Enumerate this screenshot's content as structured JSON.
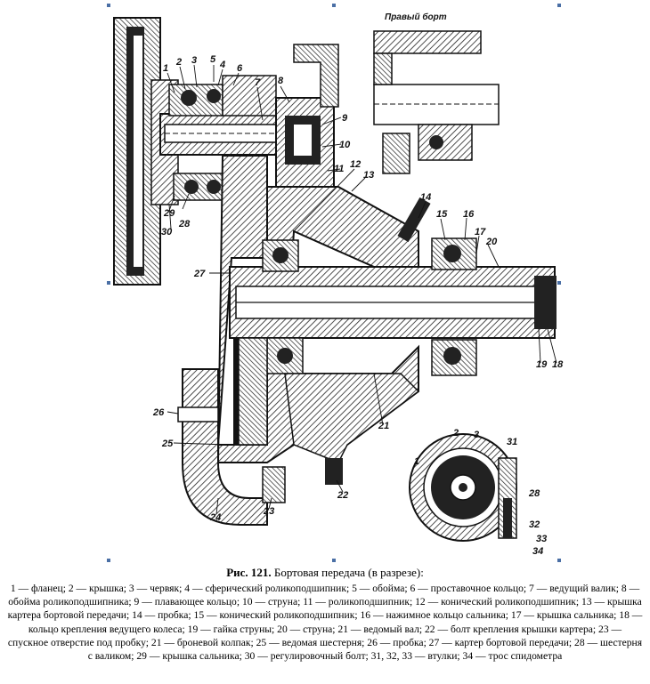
{
  "inset_title": "Правый борт",
  "part_numbers": [
    "1",
    "2",
    "3",
    "4",
    "5",
    "6",
    "7",
    "8",
    "9",
    "10",
    "11",
    "12",
    "13",
    "14",
    "15",
    "16",
    "17",
    "18",
    "19",
    "20",
    "21",
    "22",
    "23",
    "24",
    "25",
    "26",
    "27",
    "28",
    "29",
    "30",
    "31",
    "32",
    "33",
    "34"
  ],
  "caption": {
    "label": "Рис. 121.",
    "title": "Бортовая передача (в разрезе):"
  },
  "legend": "1 — фланец; 2 — крышка; 3 — червяк; 4 — сферический роликоподшипник; 5 — обойма; 6 — проставочное кольцо; 7 — ведущий валик; 8 — обойма роликоподшипника; 9 — плавающее кольцо; 10 — струна; 11 — роликоподшипник; 12 — конический роликоподшипник; 13 — крышка картера бортовой передачи; 14 — пробка; 15 — конический роликоподшипник; 16 — нажимное кольцо сальника; 17 — крышка сальника; 18 — кольцо крепления ведущего колеса; 19 — гайка струны; 20 — струна; 21 — ведомый вал; 22 — болт крепления крышки картера; 23 — спускное отверстие под пробку; 21 — броневой колпак; 25 — ведомая шестерня; 26 — пробка; 27 — картер бортовой передачи; 28 — шестерня с валиком; 29 — крышка сальника; 30 — регулировочный болт; 31, 32, 33 — втулки; 34 — трос спидометра"
}
